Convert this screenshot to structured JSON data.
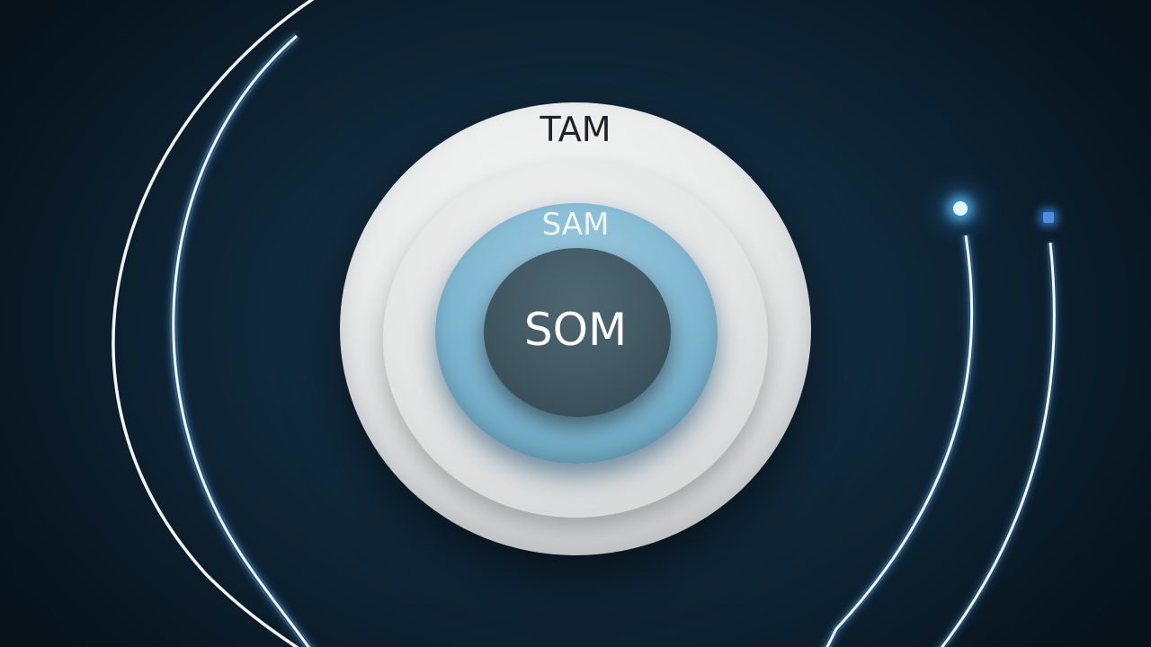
{
  "diagram": {
    "tam": {
      "label": "TAM",
      "color": "#e9eaea"
    },
    "sam": {
      "label": "SAM",
      "color": "#7eb5cf"
    },
    "som": {
      "label": "SOM",
      "color": "#3f5661"
    }
  },
  "colors": {
    "background": "#10283a",
    "arc_stroke": "#ffffff",
    "arc_glow": "#5ab6ff"
  }
}
